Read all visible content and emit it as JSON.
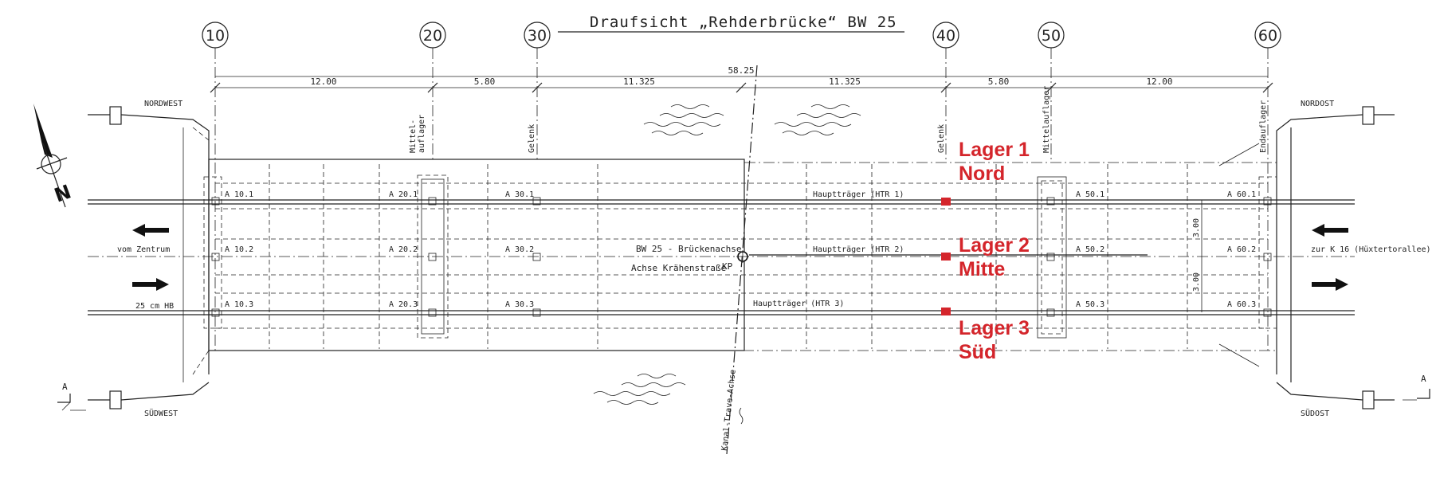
{
  "title": "Draufsicht „Rehderbrücke“ BW 25",
  "axes": [
    {
      "label": "10"
    },
    {
      "label": "20"
    },
    {
      "label": "30"
    },
    {
      "label": "40"
    },
    {
      "label": "50"
    },
    {
      "label": "60"
    }
  ],
  "dimensions": {
    "total": "58.25",
    "spans": [
      "12.00",
      "5.80",
      "11.325",
      "11.325",
      "5.80",
      "12.00"
    ],
    "girder_spacing": [
      "3.00",
      "3.00"
    ]
  },
  "corners": {
    "nw": "NORDWEST",
    "sw": "SÜDWEST",
    "no": "NORDOST",
    "so": "SÜDOST"
  },
  "compass": {
    "letter": "N"
  },
  "section": {
    "left": "A",
    "right": "A"
  },
  "support_labels": {
    "a20": "Mittel-\nauflager",
    "a30": "Gelenk",
    "a40": "Gelenk",
    "a50": "Mittelauflager",
    "a60": "Endauflager"
  },
  "bearings": {
    "col10": [
      "A 10.1",
      "A 10.2",
      "A 10.3"
    ],
    "col20": [
      "A 20.1",
      "A 20.2",
      "A 20.3"
    ],
    "col30": [
      "A 30.1",
      "A 30.2",
      "A 30.3"
    ],
    "col50": [
      "A 50.1",
      "A 50.2",
      "A 50.3"
    ],
    "col60": [
      "A 60.1",
      "A 60.2",
      "A 60.3"
    ]
  },
  "girders": [
    "Hauptträger (HTR 1)",
    "Hauptträger (HTR 2)",
    "Hauptträger (HTR 3)"
  ],
  "labels": {
    "vom_zentrum": "vom Zentrum",
    "hb": "25 cm HB",
    "zur_k16": "zur K 16 (Hüxtertorallee)",
    "bridge_axis": "BW 25 - Brückenachse",
    "street_axis": "Achse Krähenstraße",
    "kp": "KP",
    "canal_axis": "Kanal-Trave-Achse"
  },
  "highlight": {
    "color": "#d4252b",
    "lager1_line1": "Lager 1",
    "lager1_line2": "Nord",
    "lager2_line1": "Lager 2",
    "lager2_line2": "Mitte",
    "lager3_line1": "Lager 3",
    "lager3_line2": "Süd"
  }
}
